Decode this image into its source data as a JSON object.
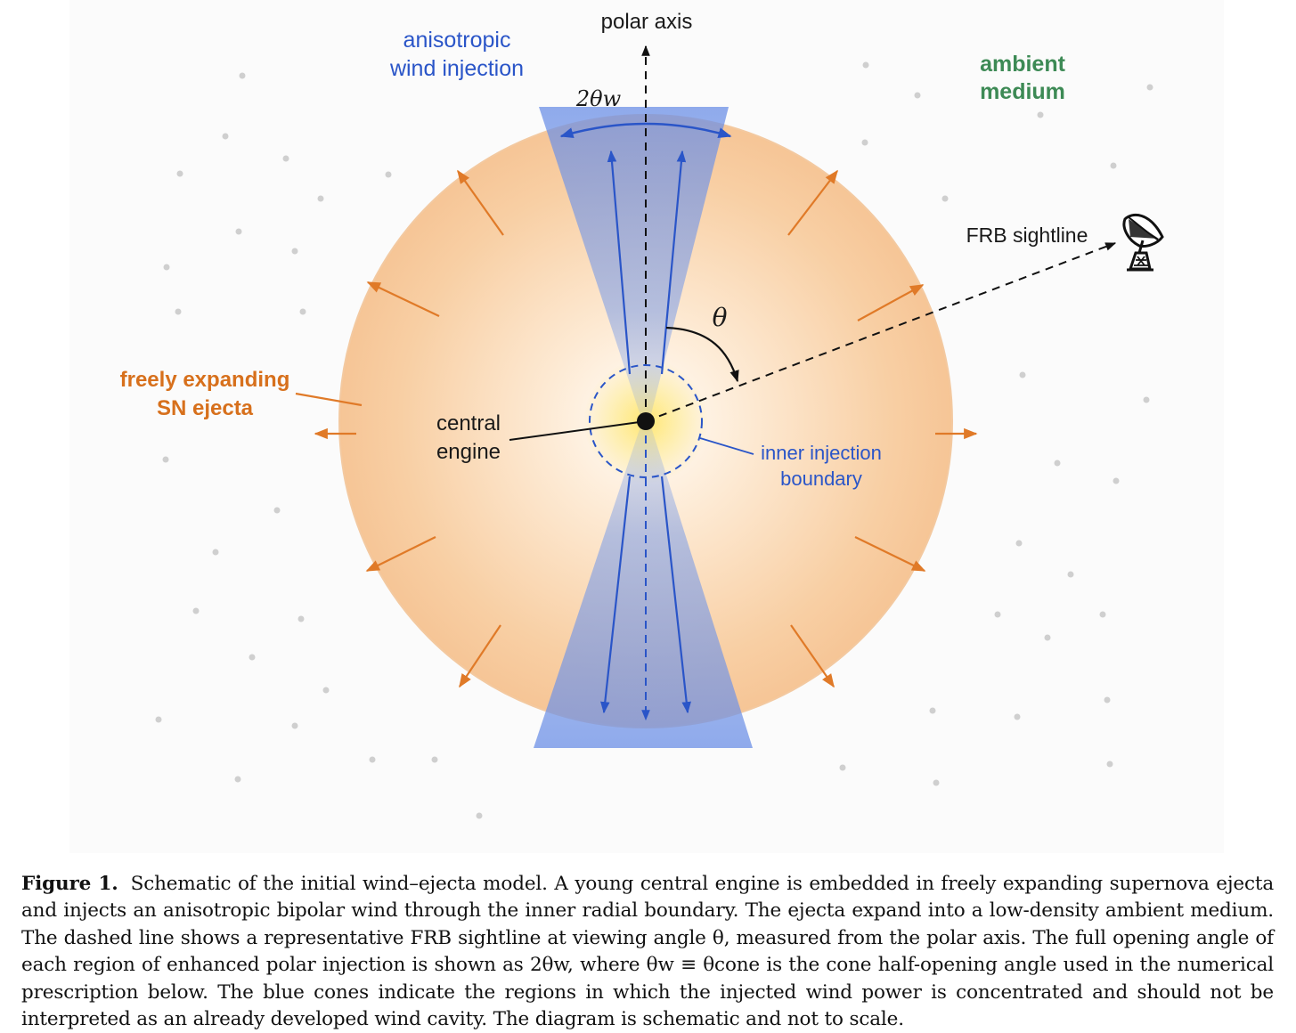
{
  "figure": {
    "labels": {
      "polar_axis": "polar axis",
      "anisotropic_1": "anisotropic",
      "anisotropic_2": "wind injection",
      "ambient_1": "ambient",
      "ambient_2": "medium",
      "two_theta_w": "2θw",
      "theta": "θ",
      "frb": "FRB sightline",
      "sn_1": "freely expanding",
      "sn_2": "SN ejecta",
      "engine_1": "central",
      "engine_2": "engine",
      "inner_1": "inner injection",
      "inner_2": "boundary"
    },
    "colors": {
      "ejecta": "#f7c79a",
      "ejecta_arrow": "#e07a28",
      "wind_cone": "#6b8fe6",
      "wind_arrow": "#2a55c8",
      "ambient_text": "#3d8a55",
      "sn_text": "#d7701c",
      "blue_text": "#2a55c8"
    },
    "icons": [
      "radio-telescope-icon"
    ]
  },
  "caption": {
    "label": "Figure 1.",
    "text": "Schematic of the initial wind–ejecta model. A young central engine is embedded in freely expanding supernova ejecta and injects an anisotropic bipolar wind through the inner radial boundary. The ejecta expand into a low-density ambient medium. The dashed line shows a representative FRB sightline at viewing angle θ, measured from the polar axis. The full opening angle of each region of enhanced polar injection is shown as 2θw, where θw ≡ θcone is the cone half-opening angle used in the numerical prescription below. The blue cones indicate the regions in which the injected wind power is concentrated and should not be interpreted as an already developed wind cavity. The diagram is schematic and not to scale."
  }
}
